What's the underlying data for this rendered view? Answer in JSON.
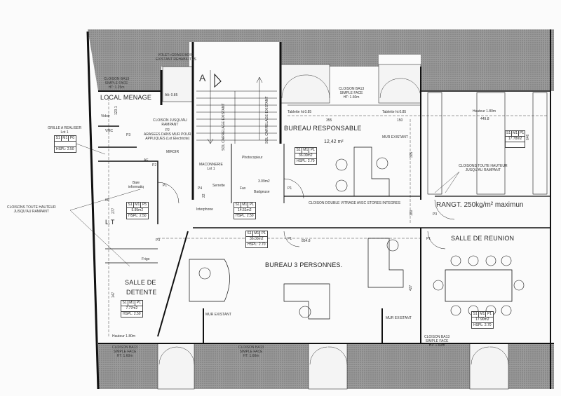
{
  "plan": {
    "section_marker": "A",
    "rooms": {
      "local_menage": "LOCAL MENAGE",
      "bureau_responsable": "BUREAU RESPONSABLE",
      "bureau_responsable_area": "12,42 m²",
      "bureau_3_personnes": "BUREAU 3 PERSONNES.",
      "salle_de_reunion": "SALLE DE REUNION",
      "salle_de_detente_1": "SALLE DE",
      "salle_de_detente_2": "DETENTE",
      "lt": "L.T",
      "rangement": "RANGT. 250kg/m² maximun"
    },
    "notes": {
      "volet": "VOLET+GRASS BOIS",
      "volet2": "EXISTANT REHABILITES",
      "cloison_top_left": [
        "CLOISON BA13",
        "SIMPLE FACE",
        "HT: 1.25m"
      ],
      "cloison_top_mid": [
        "CLOISON BA13",
        "SIMPLE FACE",
        "HT: 1.60m"
      ],
      "cloison_bottom_left": [
        "CLOISON BA13",
        "SIMPLE FACE",
        "HT: 1.60m"
      ],
      "cloison_bottom_mid": [
        "CLOISON BA13",
        "SIMPLE FACE",
        "HT: 1.60m"
      ],
      "cloison_bottom_right": [
        "CLOISON BA13",
        "SIMPLE FACE",
        "HT: 1.60m"
      ],
      "alt": "Alt: 0.85",
      "tablette_1": "Tablette ht:0.85",
      "tablette_2": "Tablette ht:0.85",
      "cloison_rampant": [
        "CLOISON JUSQU'AU",
        "RAMPANT"
      ],
      "appliques": [
        "P2",
        "ARASEES DANS MUR POUR",
        "APPLIQUES (Lot Electricite)"
      ],
      "miroir": "MIROIR",
      "grille": [
        "GRILLE A REALISER",
        "Lot 1"
      ],
      "cloisons_left": [
        "CLOISONS TOUTE HAUTEUR",
        "JUSQU'AU RAMPANT"
      ],
      "cloisons_right": [
        "CLOISONS TOUTE HAUTEUR",
        "JUSQU'AU RAMPANT"
      ],
      "vidoir": "Vidoir",
      "vmc": "VMC",
      "baie": [
        "Baie",
        "informatiq"
      ],
      "frigo": "Frigo",
      "maconnerie": [
        "MACONNERIE",
        "Lot 1"
      ],
      "interphone": "Interphone",
      "serrette": "Serrette",
      "photocopieur": "Photocopieur",
      "fax": "Fax",
      "badgeuse": "Badgeuse",
      "area_309": "3.09m2",
      "sol_1": "SOL CARRELAGE EXISTANT",
      "sol_2": "SOL CARRELAGE EXISTANT",
      "mur_existant_1": "MUR EXISTANT",
      "mur_existant_2": "MUR EXISTANT",
      "mur_existant_3": "MUR EXISTANT",
      "cloison_vitrage": "CLOISON DOUBLE VITRAGE AVEC STORES INTEGRES",
      "hauteur_1": "Hauteur 1.80m",
      "hauteur_2": "Hauteur 1.80m",
      "doors": [
        "P3",
        "P2",
        "P1",
        "P1",
        "P4",
        "P3",
        "P1",
        "P1",
        "P3",
        "AF"
      ]
    },
    "dimensions": {
      "d355": "355",
      "d150": "150",
      "d4498": "449.8",
      "d305": "305",
      "d100": "100",
      "d8548": "854.8",
      "d277": "277",
      "d60": "60",
      "d147": "147",
      "d1231": "123.1",
      "d22": "22",
      "d427": "427",
      "d646": "646"
    },
    "tags": [
      {
        "codes": [
          "S1",
          "M1",
          "P0"
        ],
        "area": "",
        "hspl": "HSPL: 2.50"
      },
      {
        "codes": [
          "S1",
          "M1",
          "P5"
        ],
        "area": "5.95m2",
        "hspl": "HSPL: 2.50"
      },
      {
        "codes": [
          "S1",
          "M1",
          "P1"
        ],
        "area": "14.51m2",
        "hspl": "HSPL: 2.50"
      },
      {
        "codes": [
          "S1",
          "M1",
          "P1"
        ],
        "area": "36.00m2",
        "hspl": "HSPL: 2.70"
      },
      {
        "codes": [
          "S1",
          "M1",
          "P1"
        ],
        "area": "17.78m2",
        "hspl": ""
      },
      {
        "codes": [
          "S1",
          "M1",
          "P1"
        ],
        "area": "36.00m2",
        "hspl": "HSPL: 2.70"
      },
      {
        "codes": [
          "S1",
          "M1",
          "P1"
        ],
        "area": "7.77m2",
        "hspl": "HSPL: 2.50"
      },
      {
        "codes": [
          "S1",
          "M1",
          "P1"
        ],
        "area": "17.90m2",
        "hspl": "HSPL: 2.70"
      }
    ]
  }
}
